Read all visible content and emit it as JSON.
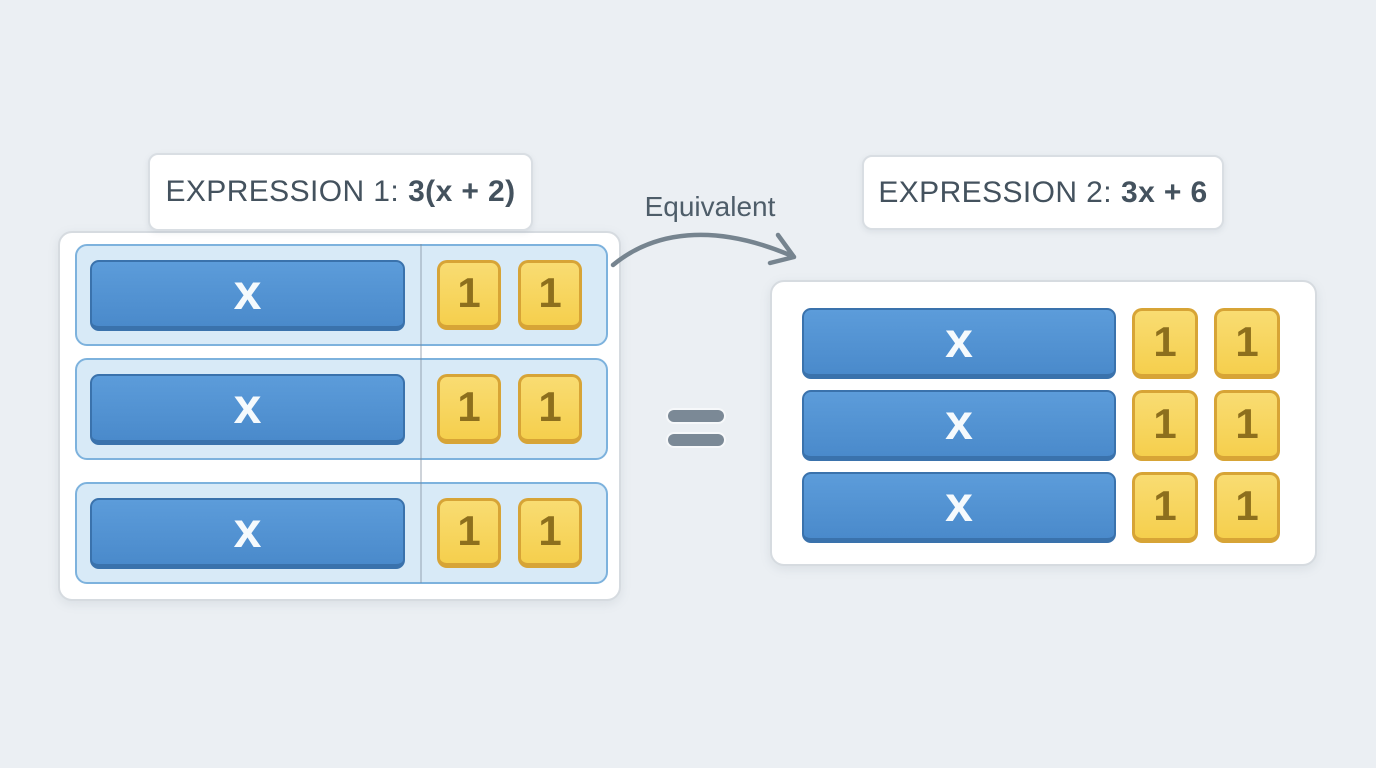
{
  "expression1": {
    "label_prefix": "EXPRESSION 1:",
    "label_value": "3(x + 2)",
    "groups": [
      {
        "x_tile": "x",
        "unit_tiles": [
          "1",
          "1"
        ]
      },
      {
        "x_tile": "x",
        "unit_tiles": [
          "1",
          "1"
        ]
      },
      {
        "x_tile": "x",
        "unit_tiles": [
          "1",
          "1"
        ]
      }
    ]
  },
  "relation": {
    "arrow_label": "Equivalent",
    "equals_symbol": "="
  },
  "expression2": {
    "label_prefix": "EXPRESSION 2:",
    "label_value": "3x + 6",
    "rows": [
      {
        "x_tile": "x",
        "unit_tiles": [
          "1",
          "1"
        ]
      },
      {
        "x_tile": "x",
        "unit_tiles": [
          "1",
          "1"
        ]
      },
      {
        "x_tile": "x",
        "unit_tiles": [
          "1",
          "1"
        ]
      }
    ]
  },
  "colors": {
    "background": "#ebeff3",
    "x_tile_fill": "#4f90d2",
    "x_tile_border": "#3a72ac",
    "unit_tile_fill": "#f6d35c",
    "unit_tile_border": "#d7a436",
    "unit_text": "#8d6f1d",
    "group_fill": "#d8eaf7",
    "group_border": "#7db2dd",
    "heading_text": "#44525e",
    "connector_gray": "#76848f",
    "equals_gray": "#7b8996"
  }
}
